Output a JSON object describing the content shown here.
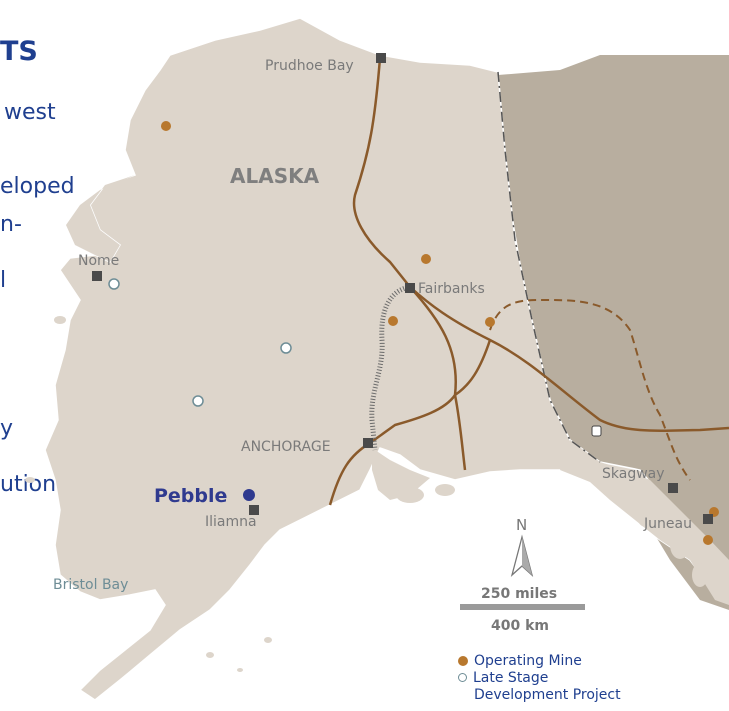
{
  "left_text": {
    "heading": "TS",
    "fragments": [
      "west",
      "eloped",
      "n-",
      "l",
      "y",
      "ution"
    ]
  },
  "labels": {
    "region": "ALASKA",
    "prudhoe_bay": "Prudhoe Bay",
    "nome": "Nome",
    "fairbanks": "Fairbanks",
    "anchorage": "ANCHORAGE",
    "pebble": "Pebble",
    "iliamna": "Iliamna",
    "bristol_bay": "Bristol Bay",
    "skagway": "Skagway",
    "juneau": "Juneau"
  },
  "scale": {
    "north": "N",
    "miles": "250 miles",
    "km": "400 km"
  },
  "legend": {
    "operating_mine": "Operating Mine",
    "late_stage_line1": "Late Stage",
    "late_stage_line2": "Development Project"
  },
  "colors": {
    "land": "#ddd5cb",
    "canada": "#b8ae9f",
    "road": "#8a5a2b",
    "mine": "#b8782e",
    "project_fill": "#ffffff",
    "project_stroke": "#6e8d96",
    "text_blue": "#1f3f8f",
    "city_square": "#4a4a4a"
  }
}
